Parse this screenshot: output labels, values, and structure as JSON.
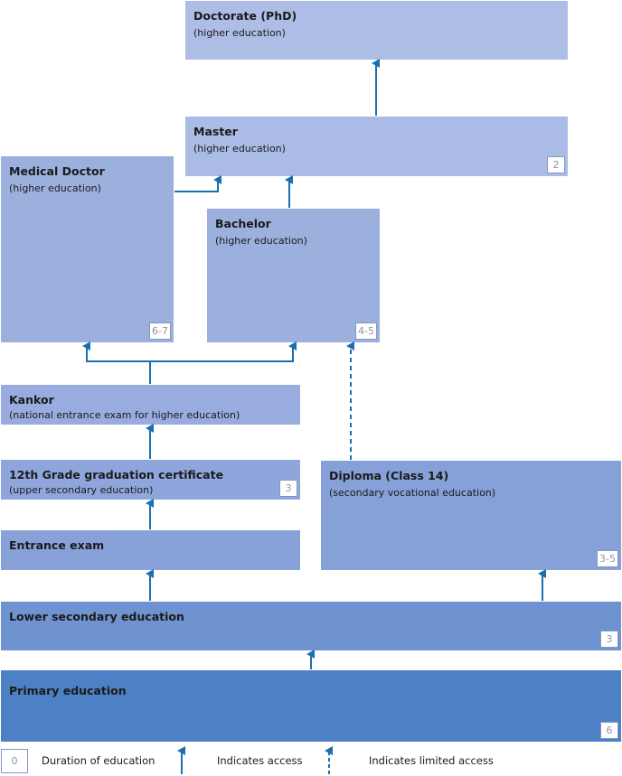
{
  "boxes": {
    "doctorate": {
      "title": "Doctorate (PhD)",
      "subtitle": "(higher education)"
    },
    "master": {
      "title": "Master",
      "subtitle": "(higher education)",
      "duration": "2"
    },
    "medical": {
      "title": "Medical Doctor",
      "subtitle": "(higher education)",
      "duration": "6-7"
    },
    "bachelor": {
      "title": "Bachelor",
      "subtitle": "(higher education)",
      "duration": "4-5"
    },
    "kankor": {
      "title": "Kankor",
      "subtitle": "(national entrance exam for higher education)"
    },
    "grade12": {
      "title": "12th Grade graduation certificate",
      "subtitle": "(upper secondary education)",
      "duration": "3"
    },
    "diploma": {
      "title": "Diploma (Class 14)",
      "subtitle": "(secondary vocational education)",
      "duration": "3-5"
    },
    "entrance": {
      "title": "Entrance exam"
    },
    "lower_secondary": {
      "title": "Lower secondary education",
      "duration": "3"
    },
    "primary": {
      "title": "Primary education",
      "duration": "6"
    }
  },
  "legend": {
    "duration_sample": "0",
    "duration_label": "Duration of education",
    "access_label": "Indicates access",
    "limited_access_label": "Indicates limited access"
  },
  "colors": {
    "arrow": "#1a6fb0",
    "top_box": "#adbde6",
    "mid_box": "#9fb2df",
    "bottom_box": "#4d80c4"
  }
}
